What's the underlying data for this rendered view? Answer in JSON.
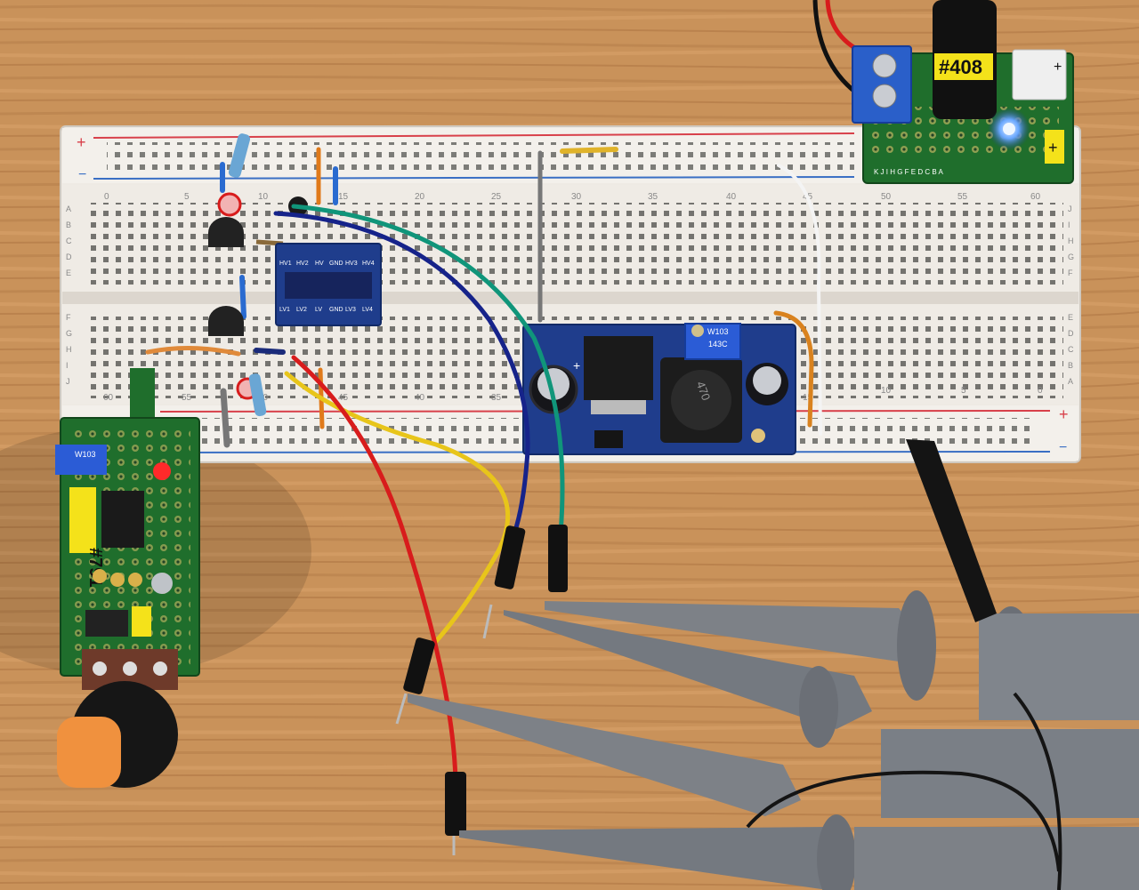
{
  "colors": {
    "wood": "#c9925a",
    "wood_dark": "#9c6a3c",
    "breadboard": "#eeeae4",
    "rail_red": "#d8404a",
    "rail_blue": "#3a6fc4",
    "pcb_green": "#1f6e2c",
    "pcb_blue": "#1f3d8c",
    "probe_grey": "#7d8187",
    "wire_red": "#d81c1c",
    "wire_yellow": "#e8c51a",
    "wire_blue": "#16238a",
    "wire_green": "#10957a",
    "label_yellow": "#f4e21a",
    "knob_orange": "#f0913e",
    "led_blue": "#5aa0ff"
  },
  "breadboard": {
    "top_numbers": [
      "0",
      "5",
      "10",
      "15",
      "20",
      "25",
      "30",
      "35",
      "40",
      "45",
      "50",
      "55",
      "60"
    ],
    "bottom_numbers": [
      "60",
      "55",
      "50",
      "45",
      "40",
      "35",
      "30",
      "25",
      "20",
      "15",
      "10",
      "5",
      "0"
    ],
    "left_row_letters_top": [
      "A",
      "B",
      "C",
      "D",
      "E"
    ],
    "left_row_letters_bottom": [
      "F",
      "G",
      "H",
      "I",
      "J"
    ],
    "right_row_letters_top": [
      "J",
      "I",
      "H",
      "G",
      "F"
    ],
    "right_row_letters_bottom": [
      "E",
      "D",
      "C",
      "B",
      "A"
    ],
    "rail_plus": "+",
    "rail_minus": "−"
  },
  "level_shifter": {
    "top_pins": [
      "HV1",
      "HV2",
      "HV",
      "GND",
      "HV3",
      "HV4"
    ],
    "bottom_pins": [
      "LV1",
      "LV2",
      "LV",
      "GND",
      "LV3",
      "LV4"
    ]
  },
  "buck_module": {
    "inductor_text": "470",
    "pot_text": "W103",
    "pot_code": "143C",
    "plus_mark": "+"
  },
  "left_module": {
    "tag": "#791",
    "pot_text": "W103"
  },
  "right_module": {
    "tag": "#408",
    "plus_top": "+",
    "plus_side": "+",
    "header_letters": "K J I H G F E D C B A"
  }
}
